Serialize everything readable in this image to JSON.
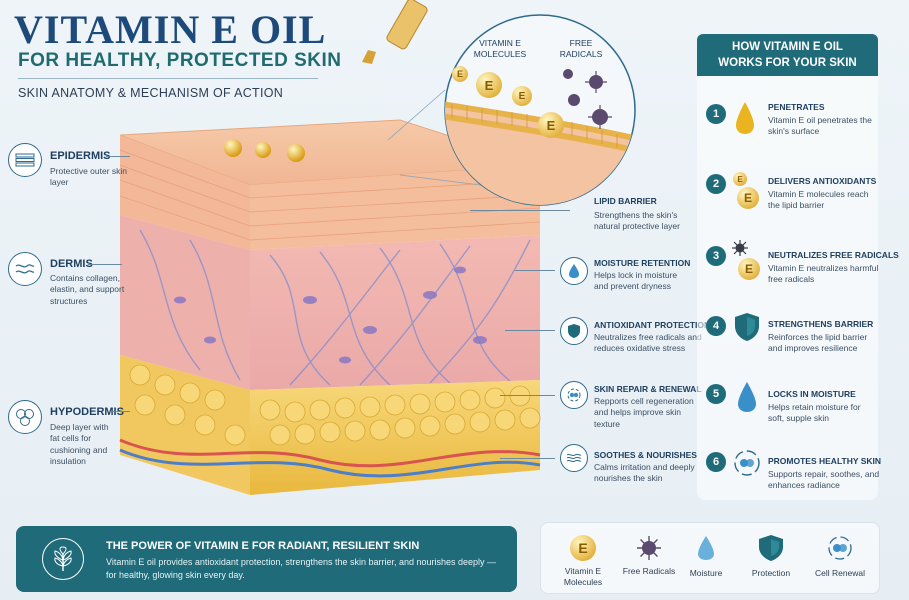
{
  "header": {
    "title": "VITAMIN E OIL",
    "subtitle": "FOR HEALTHY, PROTECTED SKIN",
    "section_heading": "SKIN ANATOMY & MECHANISM OF ACTION"
  },
  "layers": [
    {
      "title": "EPIDERMIS",
      "desc": "Protective outer skin layer",
      "icon": "layered-skin-icon"
    },
    {
      "title": "DERMIS",
      "desc": "Contains collagen, elastin, and support structures",
      "icon": "wave-icon"
    },
    {
      "title": "HYPODERMIS",
      "desc": "Deep layer with fat cells for cushioning and insulation",
      "icon": "fat-cells-icon"
    }
  ],
  "zoom": {
    "molecules_label": "VITAMIN E MOLECULES",
    "radicals_label": "FREE RADICALS",
    "vitamin_letter": "E"
  },
  "annotations": [
    {
      "title": "LIPID BARRIER",
      "desc": "Strengthens the skin's natural protective layer"
    },
    {
      "title": "MOISTURE RETENTION",
      "desc": "Helps lock in moisture and prevent dryness",
      "icon": "droplet-icon"
    },
    {
      "title": "ANTIOXIDANT PROTECTION",
      "desc": "Neutralizes free radicals and reduces oxidative stress",
      "icon": "shield-icon"
    },
    {
      "title": "SKIN REPAIR & RENEWAL",
      "desc": "Repports cell regeneration and helps improve skin texture",
      "icon": "cell-renewal-icon"
    },
    {
      "title": "SOOTHES & NOURISHES",
      "desc": "Calms irritation and deeply nourishes the skin",
      "icon": "waves-icon"
    }
  ],
  "right_panel": {
    "title_line1": "HOW VITAMIN E OIL",
    "title_line2": "WORKS FOR YOUR SKIN",
    "steps": [
      {
        "num": "1",
        "title": "PENETRATES",
        "desc": "Vitamin E oil penetrates the skin's surface"
      },
      {
        "num": "2",
        "title": "DELIVERS ANTIOXIDANTS",
        "desc": "Vitamin E molecules reach the lipid barrier"
      },
      {
        "num": "3",
        "title": "NEUTRALIZES FREE RADICALS",
        "desc": "Vitamin E neutralizes harmful free radicals"
      },
      {
        "num": "4",
        "title": "STRENGTHENS BARRIER",
        "desc": "Reinforces the lipid barrier and improves resilience"
      },
      {
        "num": "5",
        "title": "LOCKS IN MOISTURE",
        "desc": "Helps retain moisture for soft, supple skin"
      },
      {
        "num": "6",
        "title": "PROMOTES HEALTHY SKIN",
        "desc": "Supports repair, soothes, and enhances radiance"
      }
    ]
  },
  "banner": {
    "title": "THE POWER OF VITAMIN E FOR RADIANT, RESILIENT SKIN",
    "text": "Vitamin E oil provides antioxidant protection, strengthens the skin barrier, and nourishes deeply —for healthy, glowing skin every day."
  },
  "legend": [
    {
      "label": "Vitamin E Molecules",
      "icon": "vitamin-e-icon"
    },
    {
      "label": "Free Radicals",
      "icon": "free-radical-icon"
    },
    {
      "label": "Moisture",
      "icon": "droplet-icon"
    },
    {
      "label": "Protection",
      "icon": "shield-icon"
    },
    {
      "label": "Cell Renewal",
      "icon": "cell-renewal-icon"
    }
  ],
  "colors": {
    "teal": "#1f6b7a",
    "navy": "#1d4a7a",
    "gold": "#e9b420",
    "radical": "#5a4a6e",
    "water": "#3a8fc8"
  }
}
